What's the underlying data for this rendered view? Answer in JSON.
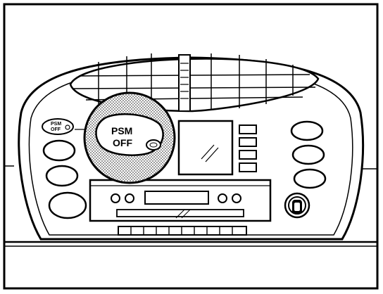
{
  "labels": {
    "callout_line1": "PSM",
    "callout_line2": "OFF",
    "small_line1": "PSM",
    "small_line2": "OFF"
  }
}
